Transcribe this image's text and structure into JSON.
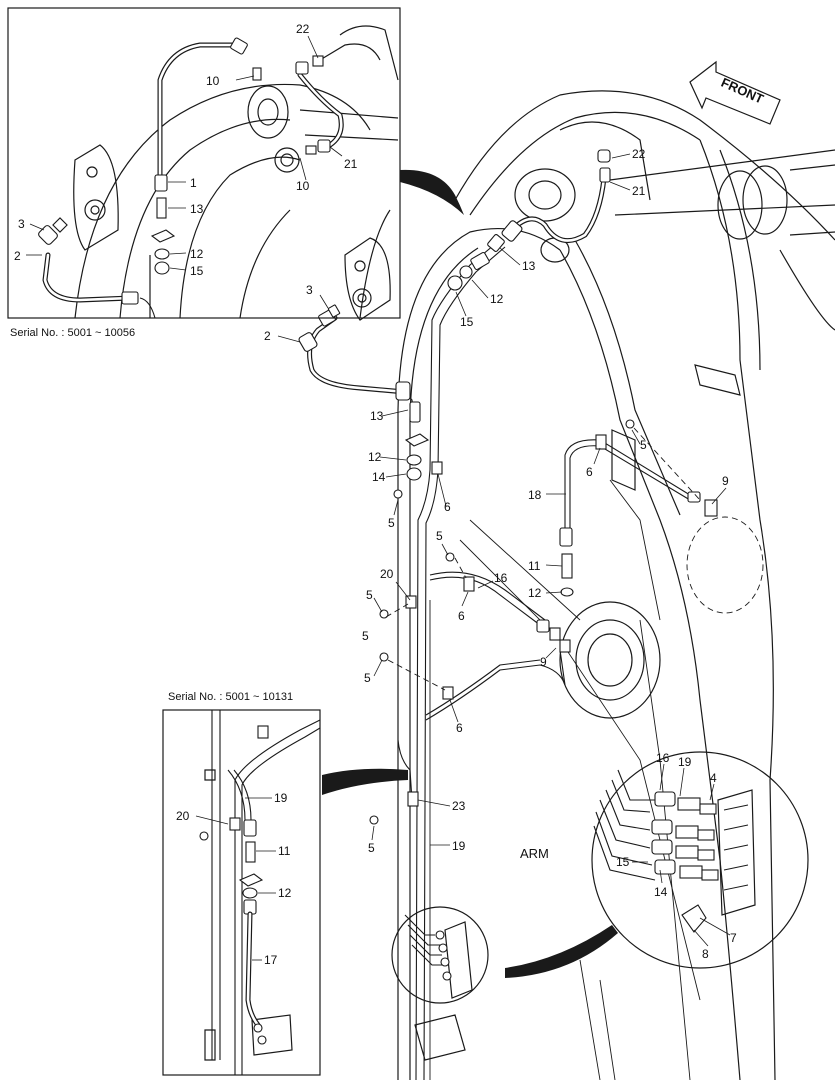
{
  "direction": {
    "label": "FRONT"
  },
  "component": {
    "label": "ARM"
  },
  "inset_top": {
    "note": "Serial No. : 5001 ~ 10056"
  },
  "inset_bottom": {
    "note": "Serial No. : 5001 ~ 10131"
  },
  "labels": {
    "main": [
      {
        "id": "m22",
        "text": "22"
      },
      {
        "id": "m21",
        "text": "21"
      },
      {
        "id": "m13a",
        "text": "13"
      },
      {
        "id": "m12a",
        "text": "12"
      },
      {
        "id": "m15",
        "text": "15"
      },
      {
        "id": "m3",
        "text": "3"
      },
      {
        "id": "m2",
        "text": "2"
      },
      {
        "id": "m13b",
        "text": "13"
      },
      {
        "id": "m12b",
        "text": "12"
      },
      {
        "id": "m14",
        "text": "14"
      },
      {
        "id": "m5a",
        "text": "5"
      },
      {
        "id": "m6a",
        "text": "6"
      },
      {
        "id": "m5b",
        "text": "5"
      },
      {
        "id": "m6b",
        "text": "6"
      },
      {
        "id": "m18",
        "text": "18"
      },
      {
        "id": "m9a",
        "text": "9"
      },
      {
        "id": "m5c",
        "text": "5"
      },
      {
        "id": "m5d",
        "text": "5"
      },
      {
        "id": "m20",
        "text": "20"
      },
      {
        "id": "m16",
        "text": "16"
      },
      {
        "id": "m11",
        "text": "11"
      },
      {
        "id": "m12c",
        "text": "12"
      },
      {
        "id": "m5e",
        "text": "5"
      },
      {
        "id": "m6c",
        "text": "6"
      },
      {
        "id": "m9b",
        "text": "9"
      },
      {
        "id": "m5f",
        "text": "5"
      },
      {
        "id": "m6d",
        "text": "6"
      },
      {
        "id": "m23",
        "text": "23"
      },
      {
        "id": "m5g",
        "text": "5"
      },
      {
        "id": "m19",
        "text": "19"
      }
    ],
    "inset_top": [
      {
        "id": "t22",
        "text": "22"
      },
      {
        "id": "t10a",
        "text": "10"
      },
      {
        "id": "t21",
        "text": "21"
      },
      {
        "id": "t10b",
        "text": "10"
      },
      {
        "id": "t1",
        "text": "1"
      },
      {
        "id": "t13",
        "text": "13"
      },
      {
        "id": "t3",
        "text": "3"
      },
      {
        "id": "t2",
        "text": "2"
      },
      {
        "id": "t12",
        "text": "12"
      },
      {
        "id": "t15",
        "text": "15"
      }
    ],
    "inset_bottom": [
      {
        "id": "b19",
        "text": "19"
      },
      {
        "id": "b20",
        "text": "20"
      },
      {
        "id": "b11",
        "text": "11"
      },
      {
        "id": "b12",
        "text": "12"
      },
      {
        "id": "b17",
        "text": "17"
      }
    ],
    "detail_circle": [
      {
        "id": "c16",
        "text": "16"
      },
      {
        "id": "c19",
        "text": "19"
      },
      {
        "id": "c4",
        "text": "4"
      },
      {
        "id": "c15",
        "text": "15"
      },
      {
        "id": "c14",
        "text": "14"
      },
      {
        "id": "c7",
        "text": "7"
      },
      {
        "id": "c8",
        "text": "8"
      }
    ]
  }
}
